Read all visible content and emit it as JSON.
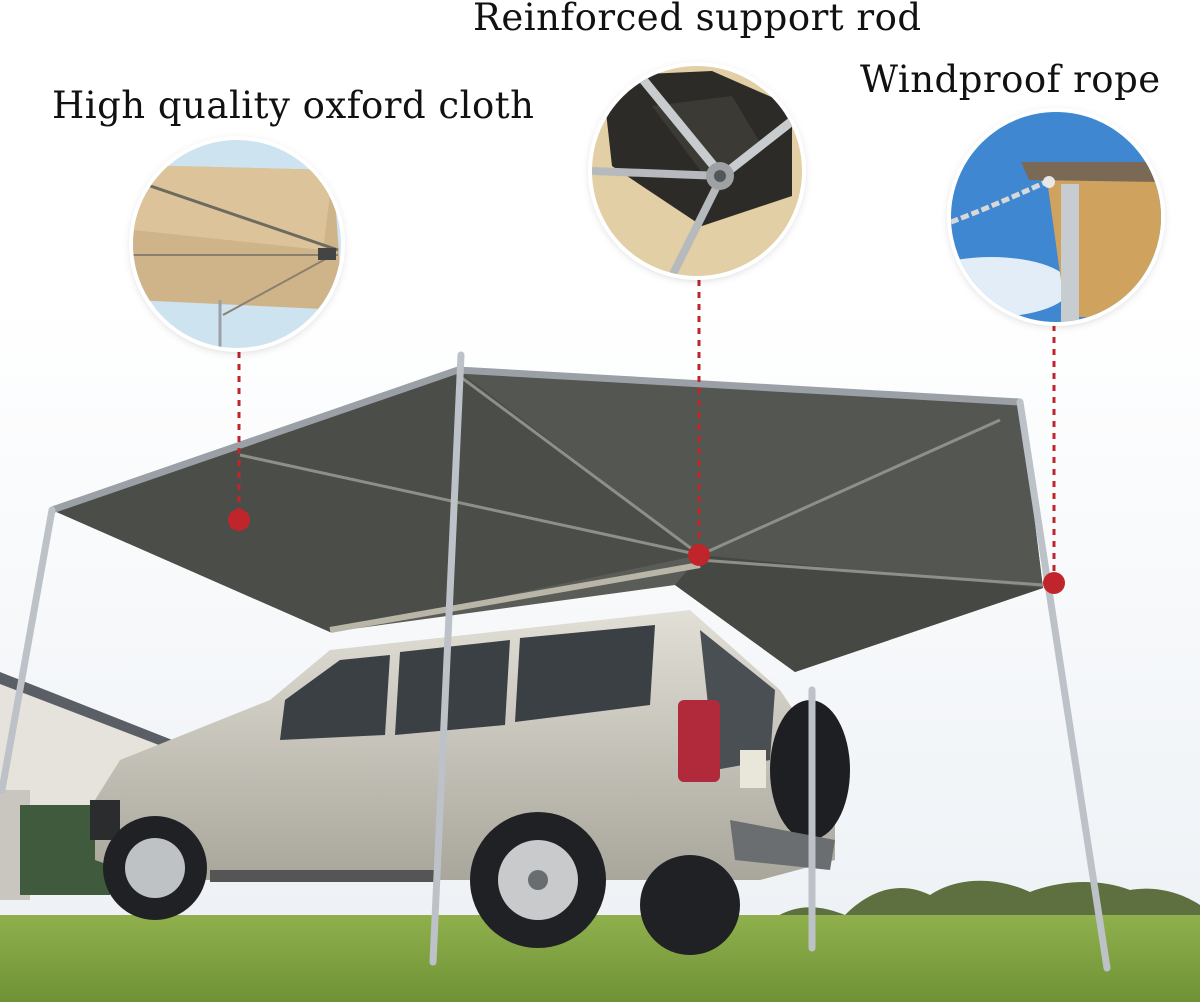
{
  "labels": {
    "cloth": "High quality oxford cloth",
    "rod": "Reinforced support rod",
    "rope": "Windproof rope"
  },
  "colors": {
    "marker": "#c0252b",
    "canvas": "#4d4f4a",
    "sky": "#f4f7fa",
    "grass": "#86a845",
    "car": "#d4d0c4"
  }
}
